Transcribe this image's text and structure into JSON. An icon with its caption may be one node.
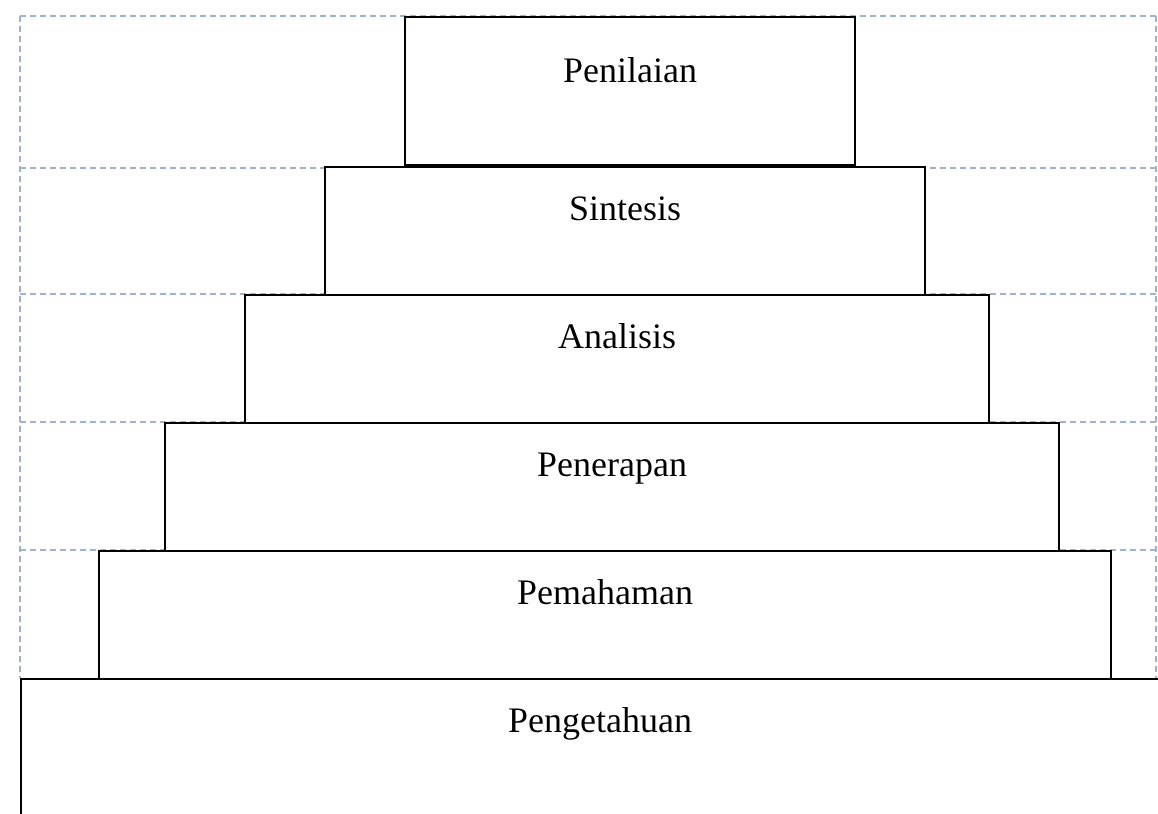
{
  "diagram": {
    "nodes": [
      {
        "text": [
          "Penilaian"
        ]
      },
      {
        "text": [
          "Sintesis"
        ]
      },
      {
        "text": [
          "Analisis"
        ]
      },
      {
        "text": [
          "Penerapan"
        ]
      },
      {
        "text": [
          "Pemahaman"
        ]
      },
      {
        "text": [
          "Pengetahuan"
        ]
      }
    ]
  }
}
